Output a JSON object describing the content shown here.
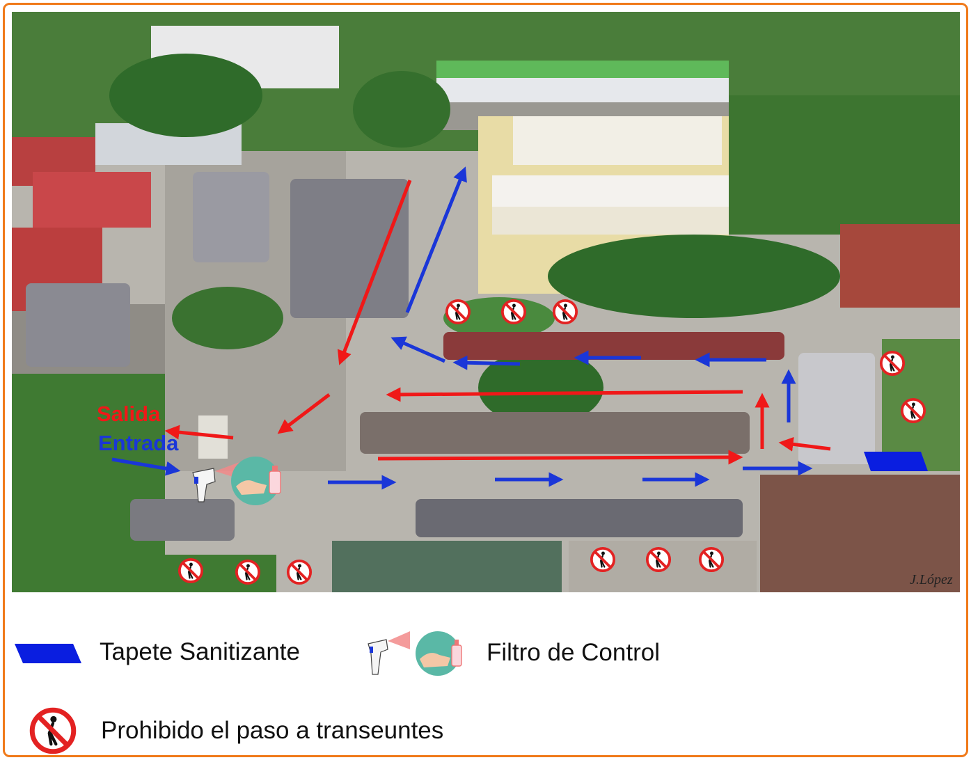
{
  "map": {
    "labels": {
      "exit": "Salida",
      "entrance": "Entrada"
    },
    "watermark": "J.López",
    "colors": {
      "frame": "#f07a1a",
      "exit_route": "#f01818",
      "entry_route": "#1a36d8",
      "sanitizing_mat": "#0a1ee0",
      "prohibition_sign": "#e32222",
      "pavement": "#b8b5ae",
      "vegetation": "#3f7a32",
      "roof": "#f2efe6",
      "rust_roof": "#a6483c"
    },
    "icons": {
      "prohibition": "no-pedestrians-icon",
      "thermometer": "infrared-thermometer-icon",
      "sanitizer": "hand-sanitizer-icon",
      "mat": "sanitizing-mat-shape"
    }
  },
  "legend": {
    "mat_label": "Tapete Sanitizante",
    "control_label": "Filtro de Control",
    "prohibited_label": "Prohibido el paso a transeuntes"
  }
}
